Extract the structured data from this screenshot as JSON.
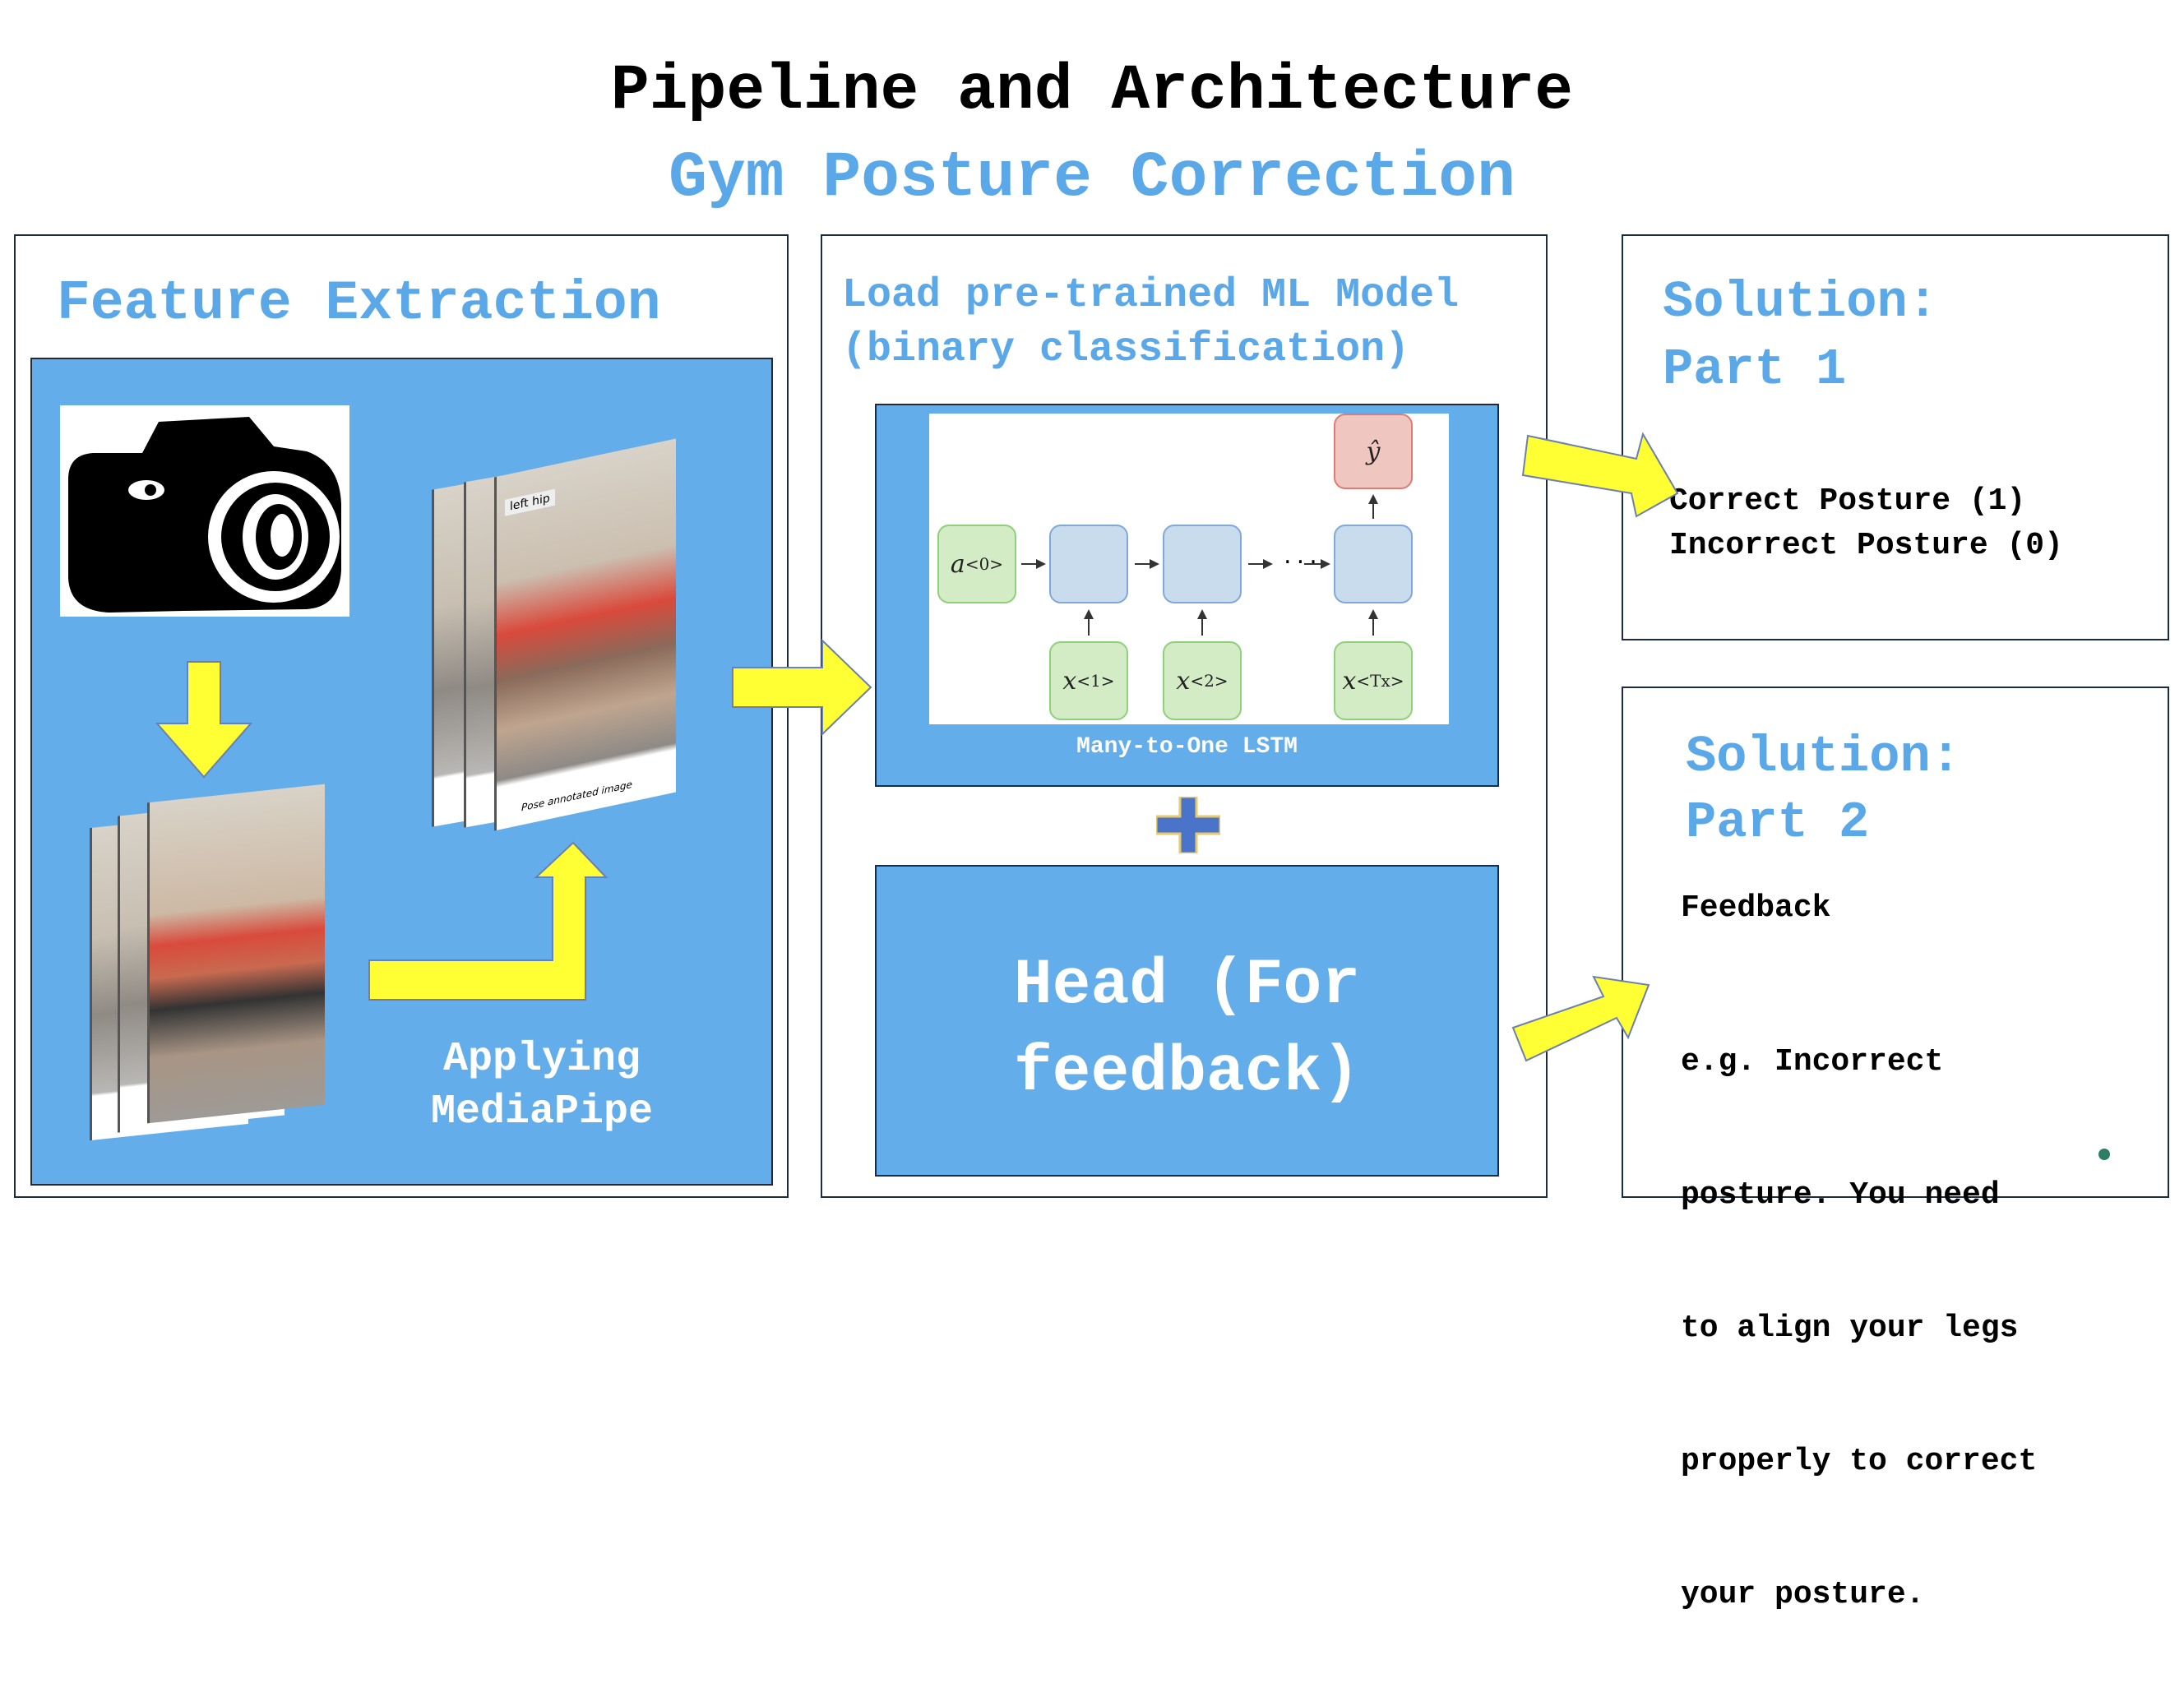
{
  "header": {
    "title": "Pipeline and Architecture",
    "subtitle": "Gym Posture Correction"
  },
  "colors": {
    "accent_blue": "#5ba8e8",
    "panel_blue": "#62adea",
    "arrow_yellow": "#ffff33",
    "border": "#1c2a44"
  },
  "feature_extraction": {
    "heading": "Feature Extraction",
    "camera_icon": "camera-icon",
    "step_label_line1": "Applying",
    "step_label_line2": "MediaPipe",
    "annotated_image_tag": "left hip",
    "annotated_image_caption": "Pose annotated image"
  },
  "model": {
    "heading_line1": "Load pre-trained ML Model",
    "heading_line2": "(binary classification)",
    "lstm_caption": "Many-to-One LSTM",
    "lstm_nodes": {
      "a0": "a",
      "a0_sup": "<0>",
      "x1": "x",
      "x1_sup": "<1>",
      "x2": "x",
      "x2_sup": "<2>",
      "xT": "x",
      "xT_sup": "<Tx>",
      "ellipsis": "...",
      "output": "ŷ"
    },
    "plus_icon": "plus-icon",
    "head_line1": "Head (For",
    "head_line2": "feedback)"
  },
  "solution1": {
    "heading_line1": "Solution:",
    "heading_line2": "Part 1",
    "items": [
      "Correct Posture (1)",
      "Incorrect Posture (0)"
    ]
  },
  "solution2": {
    "heading_line1": "Solution:",
    "heading_line2": "Part 2",
    "feedback_label": "Feedback",
    "example_lines": [
      "e.g. Incorrect",
      "posture. You need",
      "to align your legs",
      "properly to correct",
      "your posture."
    ]
  }
}
